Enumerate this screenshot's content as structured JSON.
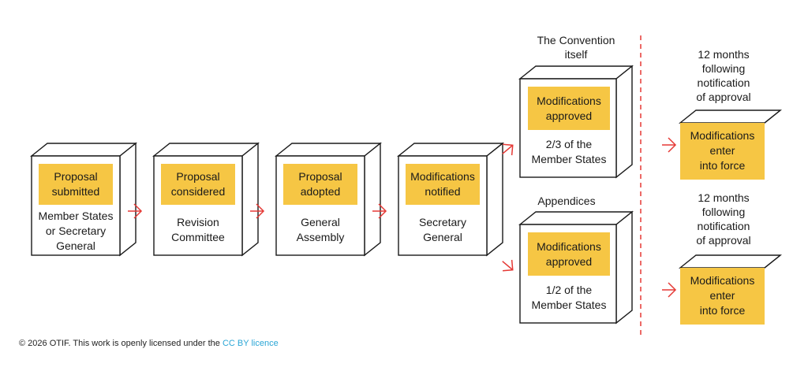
{
  "colors": {
    "highlight": "#f6c644",
    "arrow": "#e53935",
    "divider": "#e53935",
    "outline": "#1a1a1a",
    "link": "#2aa6d6"
  },
  "steps": [
    {
      "label": [
        "Proposal",
        "submitted"
      ],
      "desc": [
        "Member States",
        "or Secretary",
        "General"
      ]
    },
    {
      "label": [
        "Proposal",
        "considered"
      ],
      "desc": [
        "Revision",
        "Committee"
      ]
    },
    {
      "label": [
        "Proposal",
        "adopted"
      ],
      "desc": [
        "General",
        "Assembly"
      ]
    },
    {
      "label": [
        "Modifications",
        "notified"
      ],
      "desc": [
        "Secretary",
        "General"
      ]
    }
  ],
  "branches": [
    {
      "heading": [
        "The Convention",
        "itself"
      ],
      "label": [
        "Modifications",
        "approved"
      ],
      "desc": [
        "2/3 of the",
        "Member States"
      ],
      "timing": [
        "12 months",
        "following",
        "notification",
        "of approval"
      ],
      "result": [
        "Modifications",
        "enter",
        "into force"
      ]
    },
    {
      "heading": [
        "Appendices"
      ],
      "label": [
        "Modifications",
        "approved"
      ],
      "desc": [
        "1/2 of the",
        "Member States"
      ],
      "timing": [
        "12 months",
        "following",
        "notification",
        "of approval"
      ],
      "result": [
        "Modifications",
        "enter",
        "into force"
      ]
    }
  ],
  "footer": {
    "text": "© 2026 OTIF. This work is openly licensed under the ",
    "link": "CC BY licence"
  }
}
